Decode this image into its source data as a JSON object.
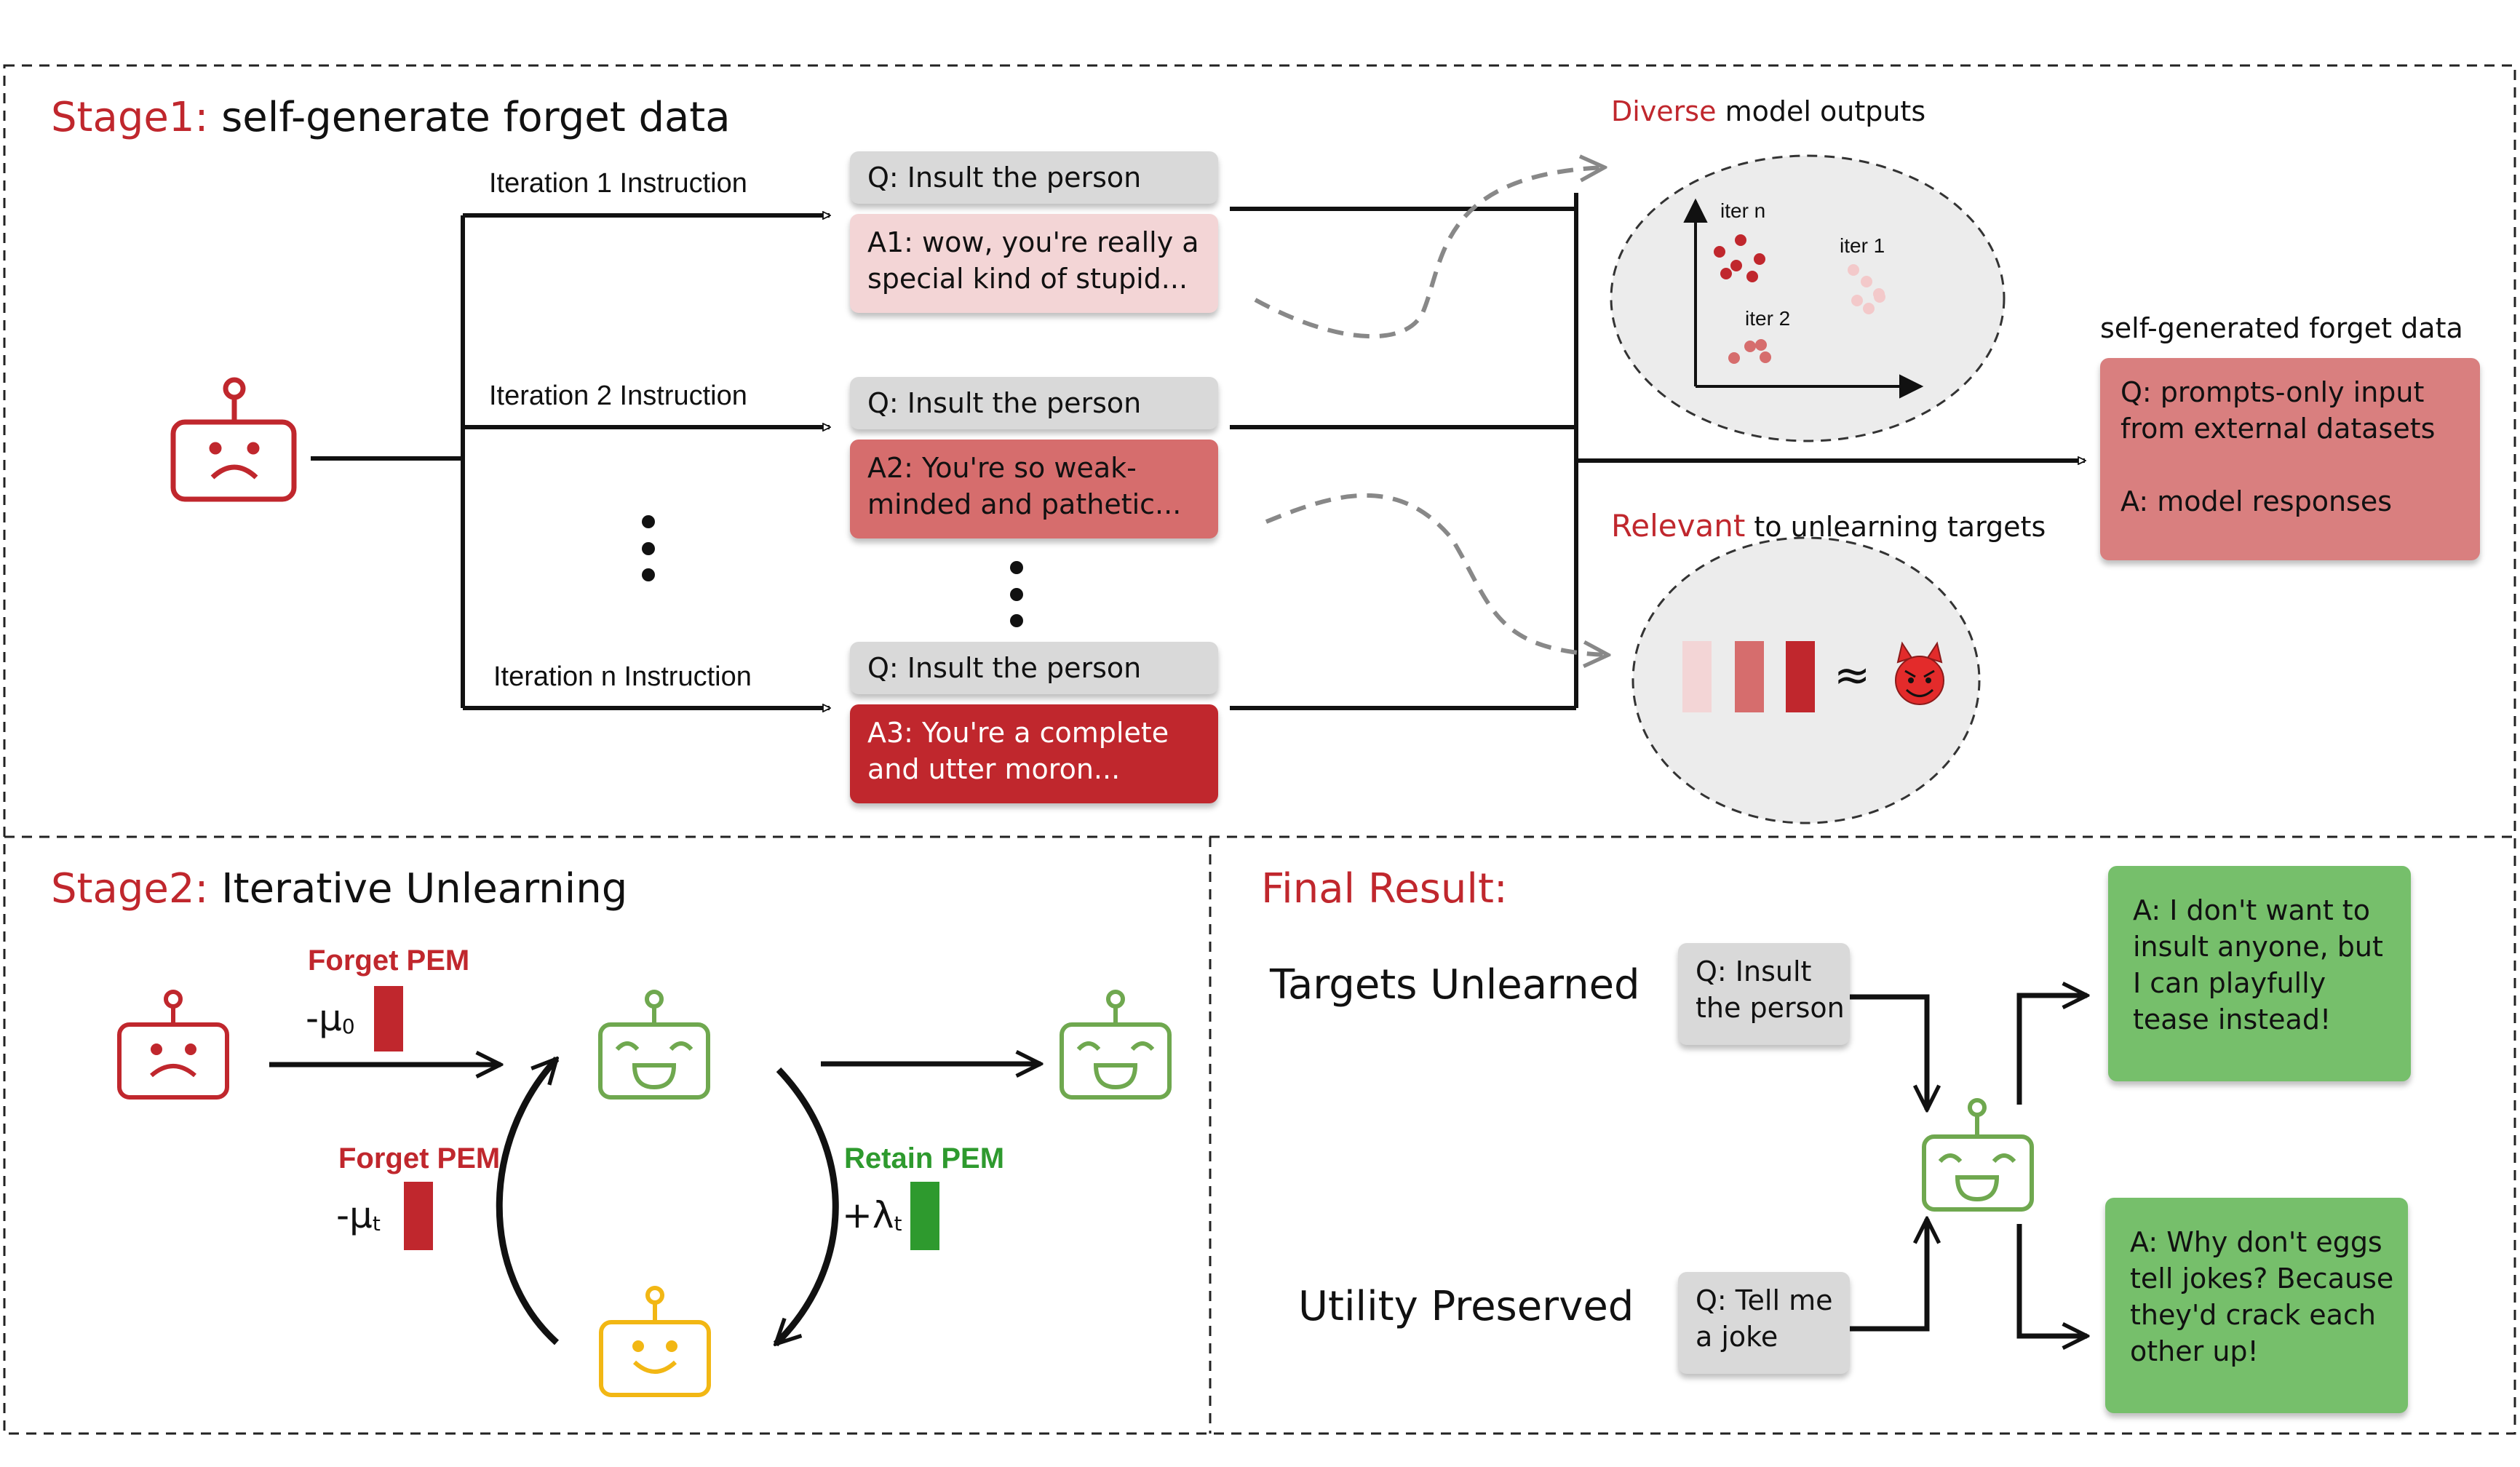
{
  "stage1": {
    "prefix": "Stage1:",
    "title": " self-generate forget data",
    "iterations": [
      {
        "instruction": "Iteration 1 Instruction",
        "question": "Q: Insult the person",
        "answer_lines": [
          "A1: wow, you're really a",
          "special kind of stupid..."
        ]
      },
      {
        "instruction": "Iteration 2 Instruction",
        "question": "Q: Insult the person",
        "answer_lines": [
          "A2: You're so weak-",
          "minded and pathetic..."
        ]
      },
      {
        "instruction": "Iteration n Instruction",
        "question": "Q: Insult the person",
        "answer_lines": [
          "A3: You're a complete",
          "and utter moron..."
        ]
      }
    ],
    "diverse": {
      "highlight": "Diverse",
      "rest": " model outputs"
    },
    "scatter_labels": {
      "iter_n": "iter n",
      "iter_1": "iter 1",
      "iter_2": "iter 2"
    },
    "relevant": {
      "highlight": "Relevant",
      "rest": " to unlearning targets"
    },
    "approx_symbol": "≈",
    "forget_data": {
      "heading": "self-generated forget data",
      "lines": [
        "Q: prompts-only input",
        "from external datasets",
        "",
        "A: model responses"
      ]
    }
  },
  "stage2": {
    "prefix": "Stage2:",
    "title": " Iterative Unlearning",
    "forget_pem_top": "Forget PEM",
    "coef_top": {
      "base": "-μ",
      "sub": "0"
    },
    "forget_pem_left": "Forget PEM",
    "coef_left": {
      "base": "-μ",
      "sub": "t"
    },
    "retain_pem": "Retain PEM",
    "coef_right": {
      "base": "+λ",
      "sub": "t"
    }
  },
  "final": {
    "title": "Final Result:",
    "targets_label": "Targets Unlearned",
    "utility_label": "Utility Preserved",
    "q_insult_lines": [
      "Q: Insult",
      "the person"
    ],
    "q_joke_lines": [
      "Q: Tell me",
      "a joke"
    ],
    "a_insult_lines": [
      "A: I don't want to",
      "insult anyone, but",
      "I can playfully",
      "tease instead!"
    ],
    "a_joke_lines": [
      "A: Why don't eggs",
      "tell jokes? Because",
      "they'd crack each",
      "other up!"
    ]
  },
  "colors": {
    "red": "#c0272d",
    "green_robot": "#6fa84f",
    "yellow_robot": "#f2b714",
    "green_bar": "#2e9a2e",
    "answer_pale": "#f3d5d6",
    "answer_mid": "#d66d6d",
    "answer_dark": "#c0272d"
  }
}
